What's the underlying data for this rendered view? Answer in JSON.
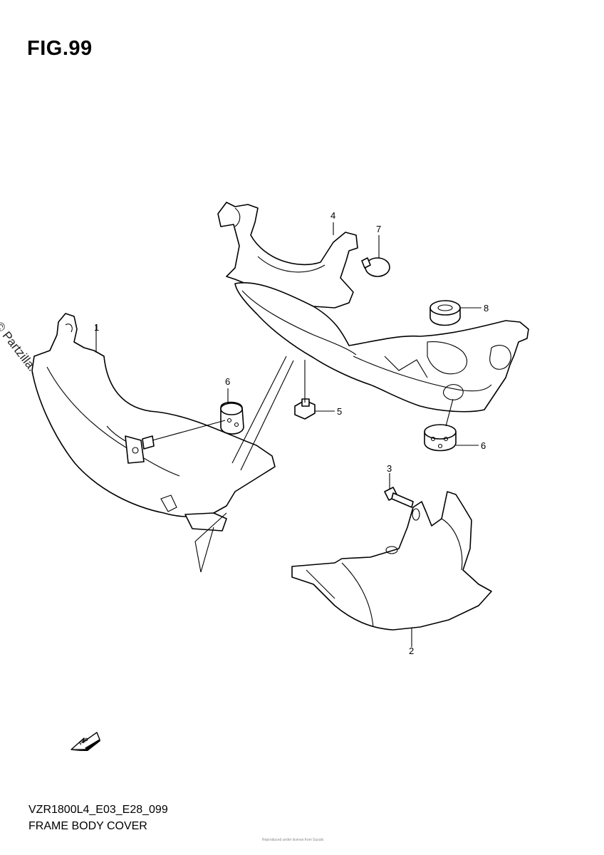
{
  "figure": {
    "title": "FIG.99"
  },
  "footer": {
    "code": "VZR1800L4_E03_E28_099",
    "name": "FRAME BODY COVER"
  },
  "watermark": {
    "text": "© Partzilla.com"
  },
  "copyright": {
    "text": "Reproduced under license from Suzuki"
  },
  "fwd_icon": {
    "label": "FWD"
  },
  "callouts": {
    "c1": "1",
    "c2": "2",
    "c3": "3",
    "c4": "4",
    "c5": "5",
    "c6a": "6",
    "c6b": "6",
    "c7": "7",
    "c8": "8"
  }
}
